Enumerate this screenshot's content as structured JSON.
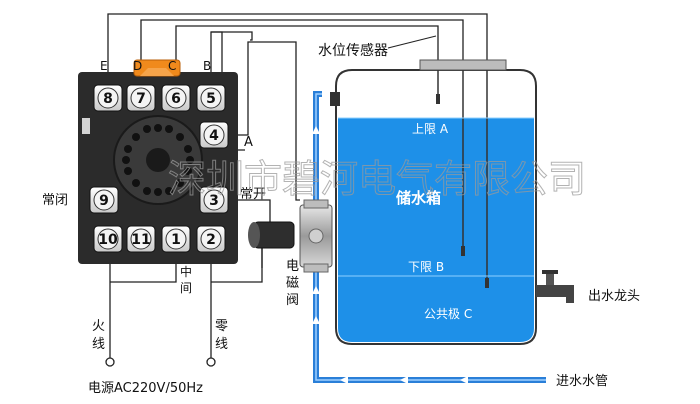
{
  "relay": {
    "top_pins": [
      {
        "number": "8",
        "letter": "E"
      },
      {
        "number": "7",
        "letter": "D"
      },
      {
        "number": "6",
        "letter": "C"
      },
      {
        "number": "5",
        "letter": "B"
      }
    ],
    "bottom_pins": [
      "10",
      "11",
      "1",
      "2"
    ],
    "side_pins": [
      {
        "number": "4",
        "letter": "A"
      },
      {
        "number": "9"
      },
      {
        "number": "3"
      }
    ],
    "body_color": "#2b2b2b",
    "clip_color": "#f08a1c"
  },
  "labels": {
    "sensor": "水位传感器",
    "normally_closed": "常闭",
    "normally_open": "常开",
    "middle": "中间",
    "valve": "电磁阀",
    "live": "火线",
    "neutral": "零线",
    "power": "电源AC220V/50Hz",
    "faucet": "出水龙头",
    "inlet_pipe": "进水水管"
  },
  "tank": {
    "title": "储水箱",
    "upper": "上限 A",
    "lower": "下限 B",
    "common": "公共极 C",
    "water_color": "#1e90e8"
  },
  "watermark": "深圳市碧河电气有限公司",
  "pipe_color": "#2a7fd8"
}
